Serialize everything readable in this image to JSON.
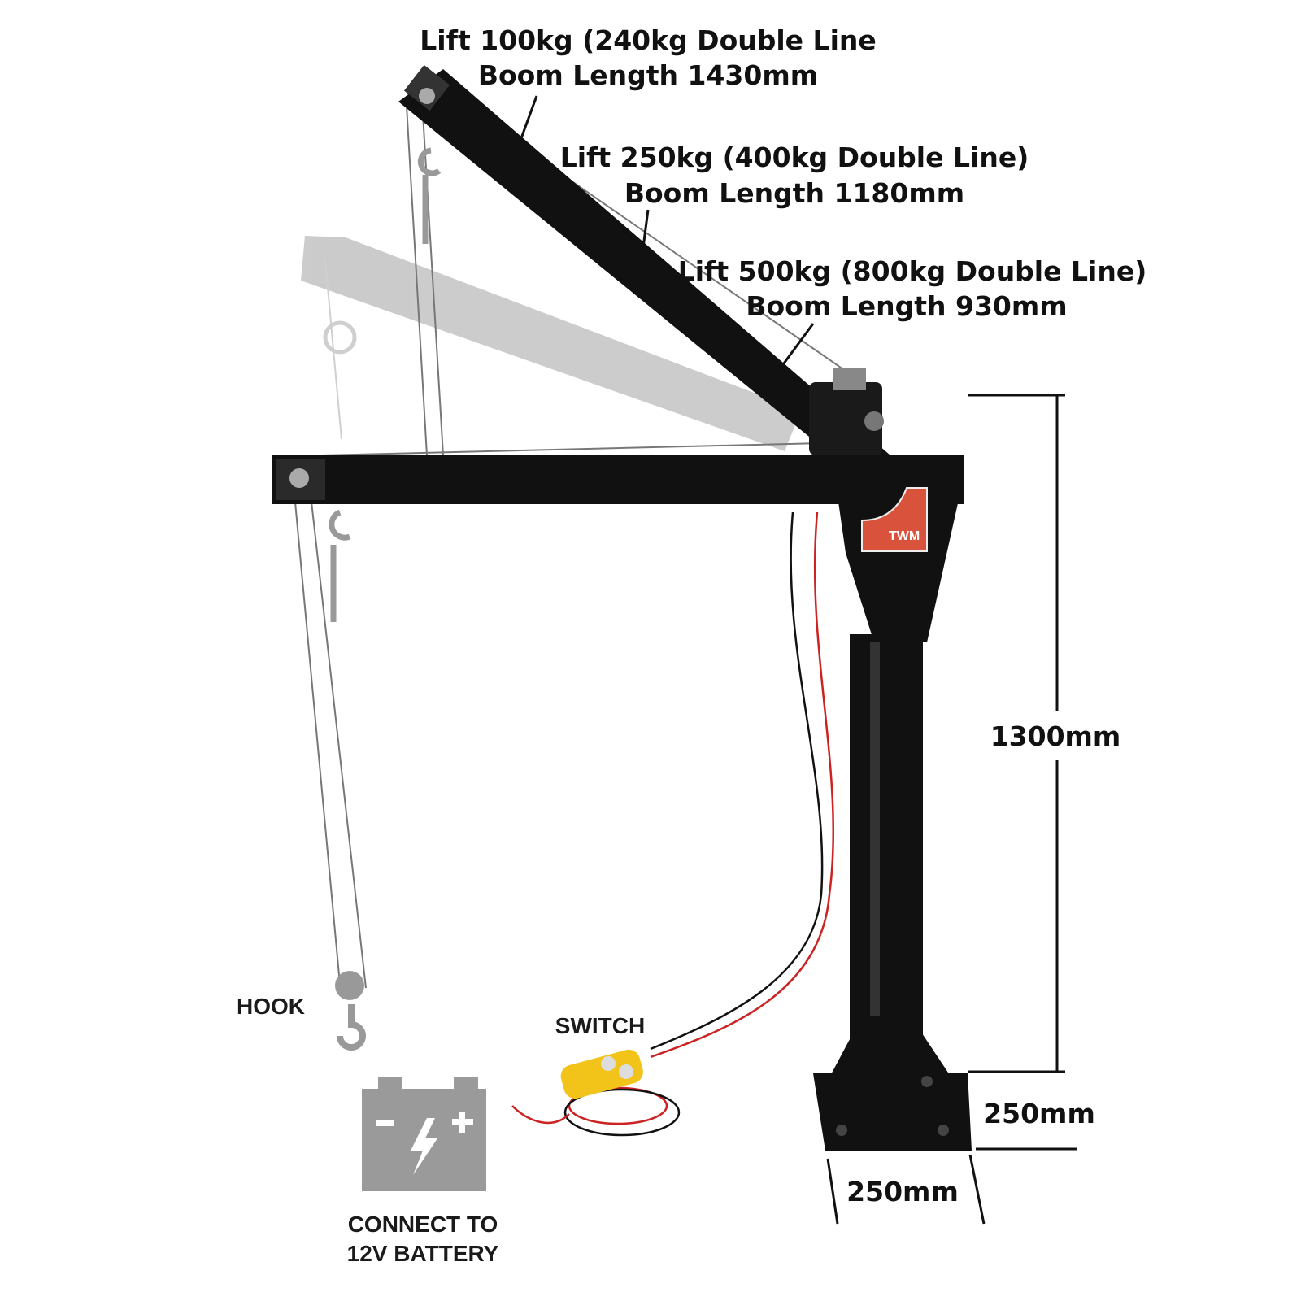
{
  "labels": {
    "boom_1430": {
      "lift": "Lift 100kg (240kg Double Line",
      "length": "Boom Length 1430mm"
    },
    "boom_1180": {
      "lift": "Lift 250kg (400kg Double Line)",
      "length": "Boom Length 1180mm"
    },
    "boom_930": {
      "lift": "Lift 500kg (800kg Double Line)",
      "length": "Boom Length 930mm"
    }
  },
  "dimensions": {
    "height": "1300mm",
    "base_depth": "250mm",
    "base_width": "250mm"
  },
  "callouts": {
    "hook": "HOOK",
    "switch": "SWITCH",
    "battery_line1": "CONNECT TO",
    "battery_line2": "12V BATTERY"
  },
  "logo": "TWM",
  "colors": {
    "frame": "#111111",
    "logo": "#d9533c",
    "switch": "#f2c41a",
    "battery": "#9a9a9a",
    "wire_red": "#cc2222"
  }
}
